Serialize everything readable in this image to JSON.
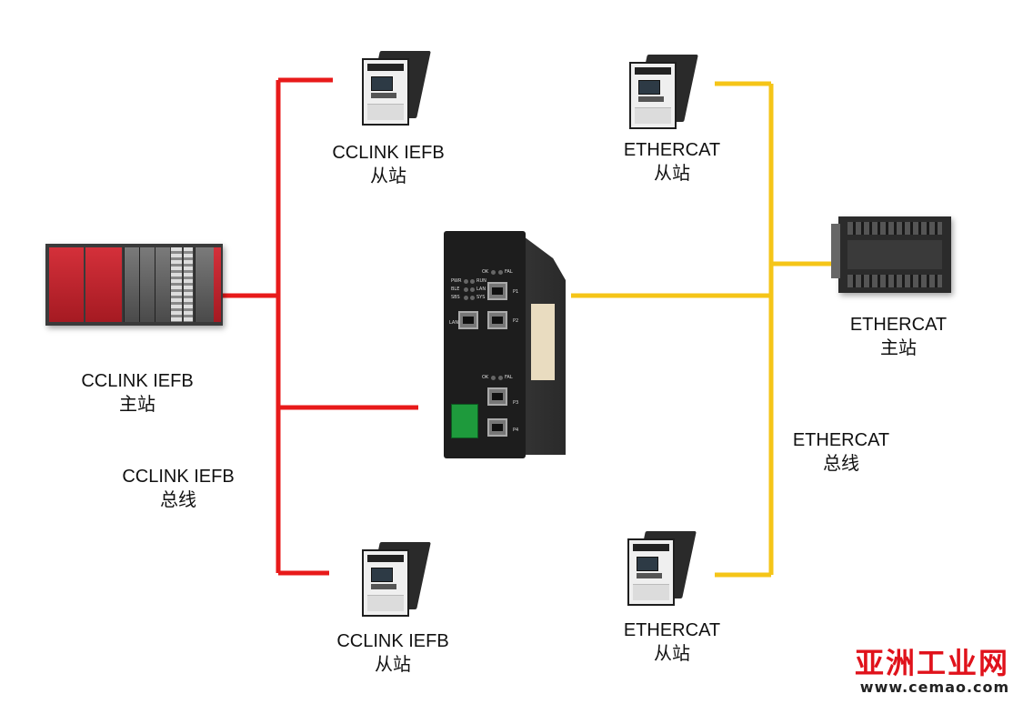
{
  "colors": {
    "cclink_bus": "#e81a1a",
    "ethercat_bus": "#f5c518",
    "watermark": "#e0121b"
  },
  "cclink_master": {
    "line1": "CCLINK IEFB",
    "line2": "主站"
  },
  "cclink_slave_top": {
    "line1": "CCLINK IEFB",
    "line2": "从站"
  },
  "cclink_slave_bottom": {
    "line1": "CCLINK IEFB",
    "line2": "从站"
  },
  "cclink_bus": {
    "line1": "CCLINK IEFB",
    "line2": "总线"
  },
  "ethercat_slave_top": {
    "line1": "ETHERCAT",
    "line2": "从站"
  },
  "ethercat_slave_bottom": {
    "line1": "ETHERCAT",
    "line2": "从站"
  },
  "ethercat_master": {
    "line1": "ETHERCAT",
    "line2": "主站"
  },
  "ethercat_bus": {
    "line1": "ETHERCAT",
    "line2": "总线"
  },
  "gateway": {
    "leds_left": [
      "PWR",
      "BLE",
      "SBS"
    ],
    "leds_right": [
      "RUN",
      "LAN",
      "SYS"
    ],
    "top_status": [
      "OK",
      "FAL"
    ],
    "bottom_status": [
      "OK",
      "FAL"
    ],
    "ports": [
      "P1",
      "P2",
      "P3",
      "P4"
    ],
    "lan_label": "LAN"
  },
  "watermark": {
    "logo": "亚洲工业网",
    "url": "www.cemao.com"
  }
}
